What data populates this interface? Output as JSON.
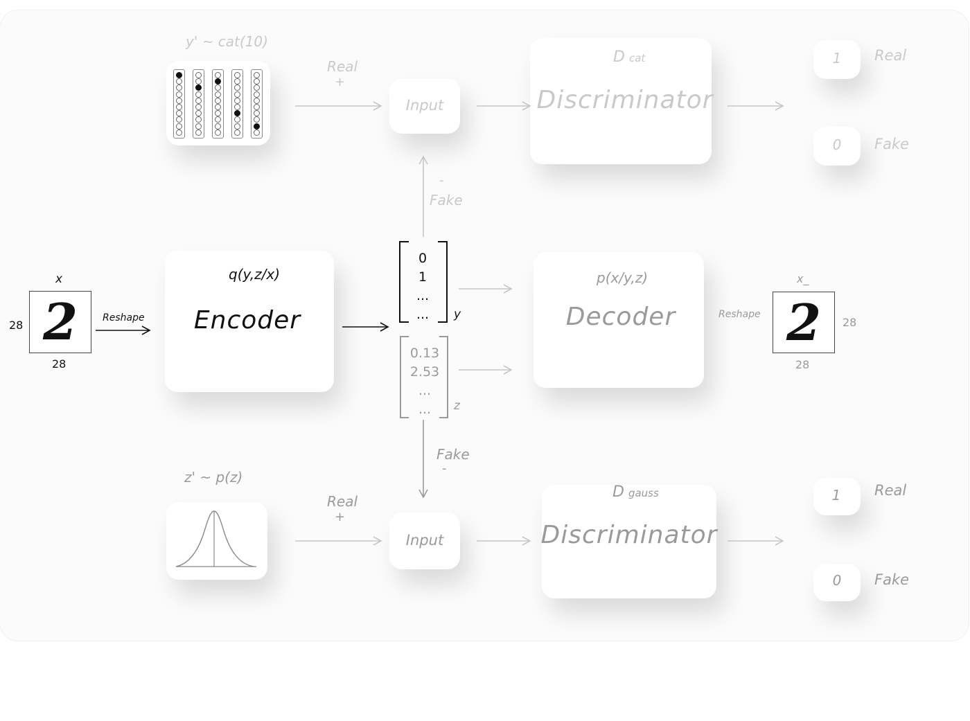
{
  "top": {
    "prior_label": "y' ~ cat(10)",
    "real_label": "Real",
    "plus": "+",
    "input_label": "Input",
    "disc_subscript_label": "D",
    "disc_subscript": "cat",
    "disc_label": "Discriminator",
    "out_real_value": "1",
    "out_real_label": "Real",
    "out_fake_value": "0",
    "out_fake_label": "Fake",
    "fake_label": "Fake",
    "minus": "-",
    "onehot_active": [
      0,
      2,
      1,
      6,
      8
    ]
  },
  "middle": {
    "x_label": "x",
    "x_height": "28",
    "x_width": "28",
    "digit": "2",
    "reshape_left": "Reshape",
    "encoder_formula": "q(y,z/x)",
    "encoder_label": "Encoder",
    "y_vector": [
      "0",
      "1",
      "...",
      "..."
    ],
    "y_label": "y",
    "z_vector": [
      "0.13",
      "2.53",
      "...",
      "..."
    ],
    "z_label": "z",
    "decoder_formula": "p(x/y,z)",
    "decoder_label": "Decoder",
    "reshape_right": "Reshape",
    "xhat_label": "x_",
    "xhat_height": "28",
    "xhat_width": "28"
  },
  "bottom": {
    "prior_label": "z' ~ p(z)",
    "fake_label": "Fake",
    "minus": "-",
    "real_label": "Real",
    "plus": "+",
    "input_label": "Input",
    "disc_subscript_label": "D",
    "disc_subscript": "gauss",
    "disc_label": "Discriminator",
    "out_real_value": "1",
    "out_real_label": "Real",
    "out_fake_value": "0",
    "out_fake_label": "Fake"
  }
}
